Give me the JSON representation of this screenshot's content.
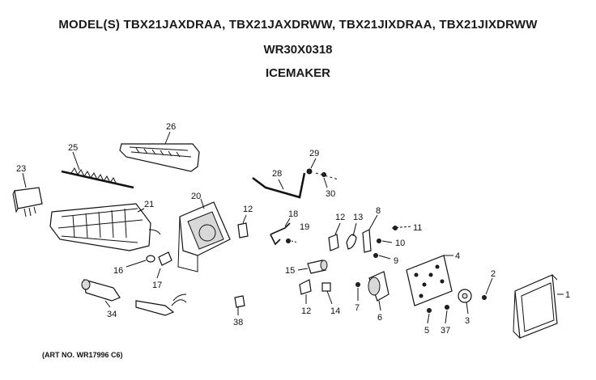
{
  "header": {
    "models": "MODEL(S) TBX21JAXDRAA, TBX21JAXDRWW, TBX21JIXDRAA, TBX21JIXDRWW",
    "part_number": "WR30X0318",
    "assembly": "ICEMAKER"
  },
  "footer": {
    "art_no": "(ART NO. WR17996 C6)"
  },
  "labels": {
    "p1": "1",
    "p2": "2",
    "p3": "3",
    "p4": "4",
    "p5": "5",
    "p6": "6",
    "p7": "7",
    "p8": "8",
    "p9": "9",
    "p10": "10",
    "p11": "11",
    "p12a": "12",
    "p12b": "12",
    "p12c": "12",
    "p13": "13",
    "p14": "14",
    "p15": "15",
    "p16": "16",
    "p17": "17",
    "p18": "18",
    "p19": "19",
    "p20": "20",
    "p21": "21",
    "p23": "23",
    "p25": "25",
    "p26": "26",
    "p28": "28",
    "p29": "29",
    "p30": "30",
    "p34": "34",
    "p37": "37",
    "p38": "38"
  }
}
